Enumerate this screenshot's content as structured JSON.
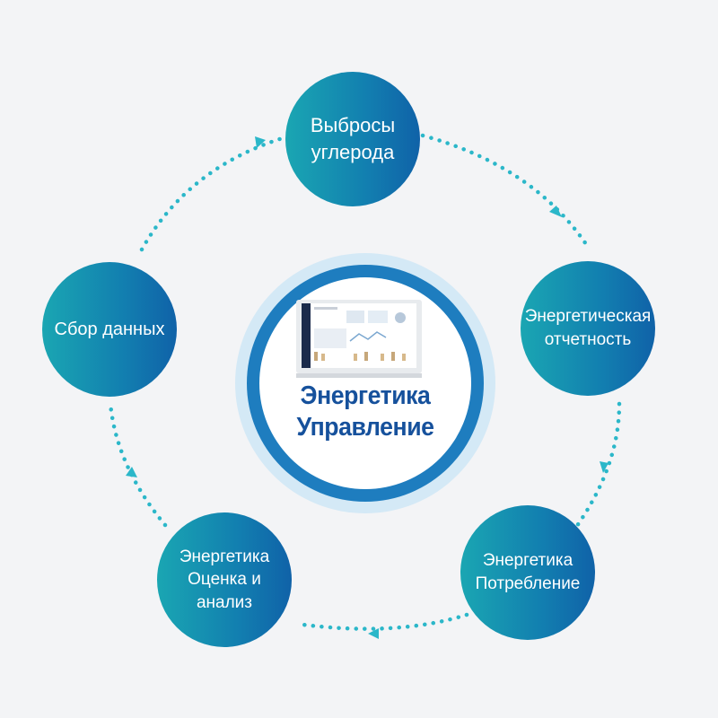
{
  "center": {
    "title": "Энергетика\nУправление"
  },
  "nodes": [
    {
      "id": "carbon-emissions",
      "label": "Выбросы\nуглерода"
    },
    {
      "id": "energy-reporting",
      "label": "Энергетическая\nотчетность"
    },
    {
      "id": "energy-consumption",
      "label": "Энергетика\nПотребление"
    },
    {
      "id": "energy-evaluation",
      "label": "Энергетика\nОценка и\nанализ"
    },
    {
      "id": "data-collection",
      "label": "Сбор данных"
    }
  ],
  "colors": {
    "node_start": "#1aa6b2",
    "node_end": "#1062a8",
    "dots": "#2bb7c9",
    "title": "#16519c",
    "ring": "#1e7dbf"
  },
  "icons": {
    "center": "laptop-dashboard-icon",
    "connector": "dotted-arrow"
  }
}
